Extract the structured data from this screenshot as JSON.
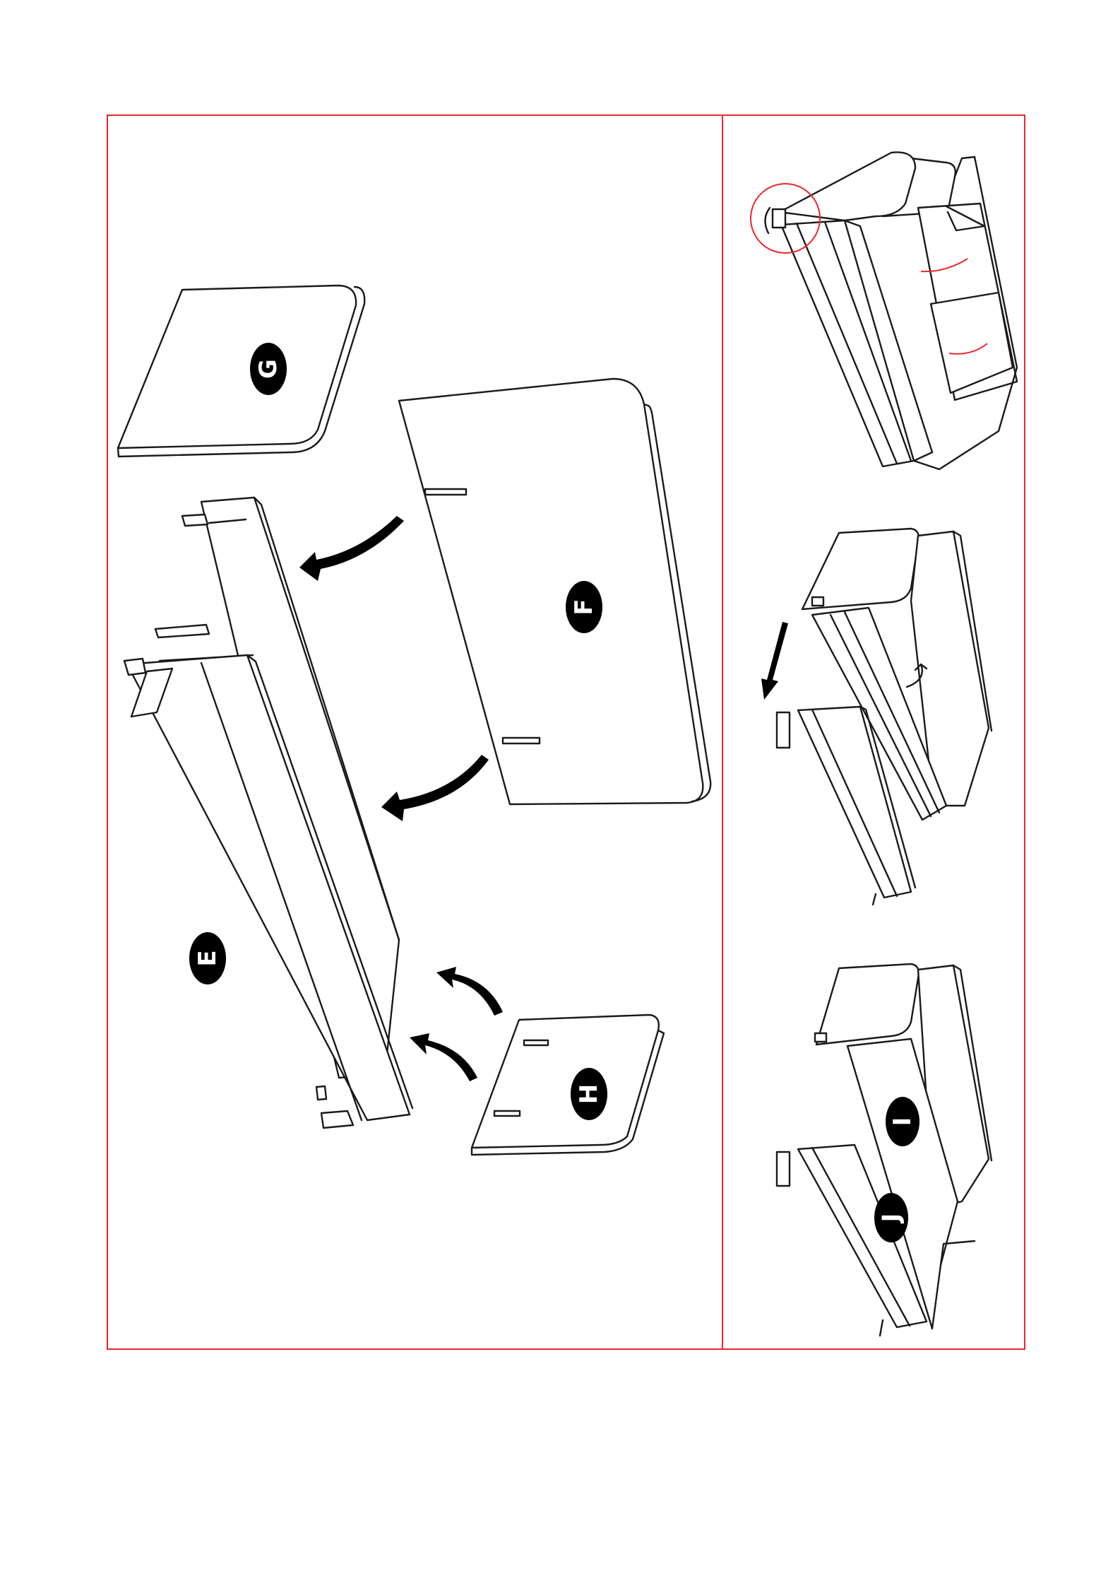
{
  "parts": {
    "e": "E",
    "f": "F",
    "g": "G",
    "h": "H",
    "i": "I",
    "j": "J"
  },
  "colors": {
    "frame": "#e8282d",
    "line": "#1a1a1a",
    "badge": "#000000"
  }
}
